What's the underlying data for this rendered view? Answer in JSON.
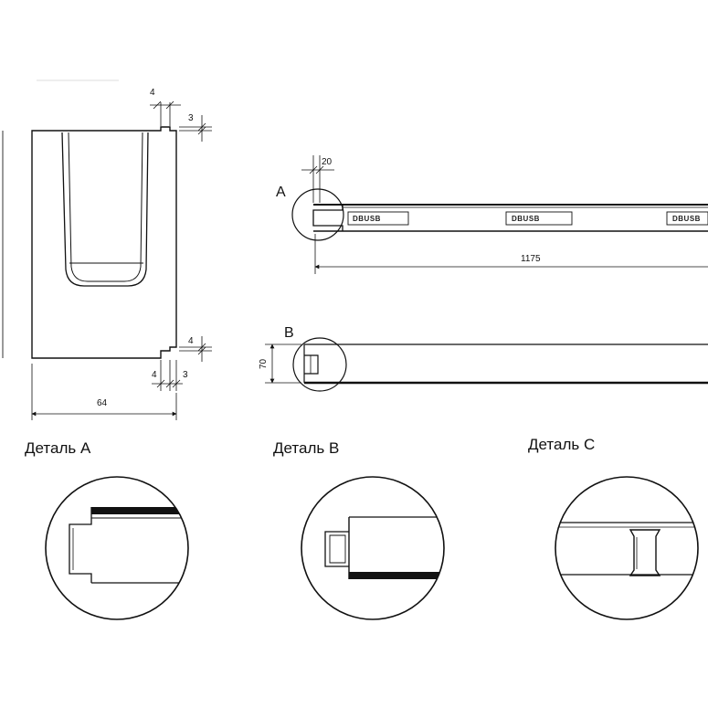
{
  "cross_section": {
    "dim_slot_width": "4",
    "dim_slot_depth": "3",
    "dim_bottom_slot_height": "4",
    "dim_bottom_left": "4",
    "dim_bottom_right": "3",
    "dim_width": "64"
  },
  "side_view_a": {
    "letter": "A",
    "dim_tongue": "20",
    "dim_length": "1175",
    "stamp_text": "DBUSB"
  },
  "side_view_b": {
    "letter": "B",
    "dim_height": "70"
  },
  "details": {
    "a_title": "Деталь A",
    "b_title": "Деталь B",
    "c_title": "Деталь C"
  }
}
